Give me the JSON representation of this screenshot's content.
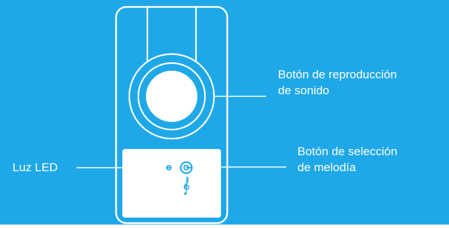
{
  "colors": {
    "background": "#1fa8e8",
    "device_outline": "#ffffff",
    "panel_fill": "#ffffff",
    "button_fill": "#ffffff",
    "text": "#ffffff"
  },
  "callouts": {
    "play_button": {
      "line1": "Botón de reproducción",
      "line2": "de sonido"
    },
    "melody_button": {
      "line1": "Botón de selección",
      "line2": "de melodía"
    },
    "led": {
      "label": "Luz LED"
    }
  },
  "icons": {
    "power": "power-icon",
    "melody": "treble-clef-icon",
    "led": "led-indicator-icon"
  }
}
